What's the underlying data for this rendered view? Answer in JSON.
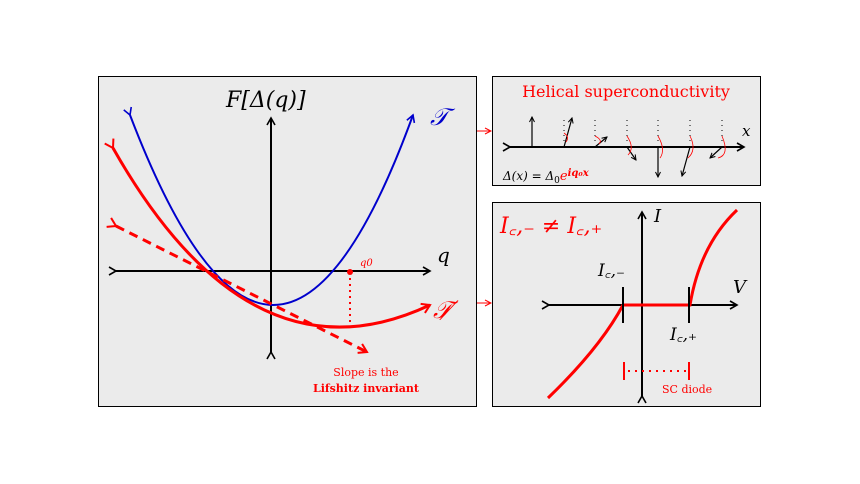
{
  "left_panel": {
    "y_axis_label": "F[Δ(q)]",
    "x_axis_label": "q",
    "q0_label": "q0",
    "symmetric_label": "𝒯",
    "broken_label": "𝒯̸",
    "slope_line1": "Slope is the",
    "slope_line2": "Lifshitz invariant"
  },
  "top_right_panel": {
    "title": "Helical superconductivity",
    "x_label": "x",
    "formula_base": "Δ(x) = Δ",
    "formula_sub": "0",
    "formula_exp": "e",
    "formula_exp_power": "iq₀x"
  },
  "bottom_right_panel": {
    "title": "I꜀,₋ ≠ I꜀,₊",
    "i_label": "I",
    "v_label": "V",
    "ic_minus": "I꜀,₋",
    "ic_plus": "I꜀,₊",
    "diode_label": "SC diode"
  },
  "colors": {
    "red": "#ff0000",
    "blue": "#0000cc",
    "panel": "#ebebeb"
  }
}
